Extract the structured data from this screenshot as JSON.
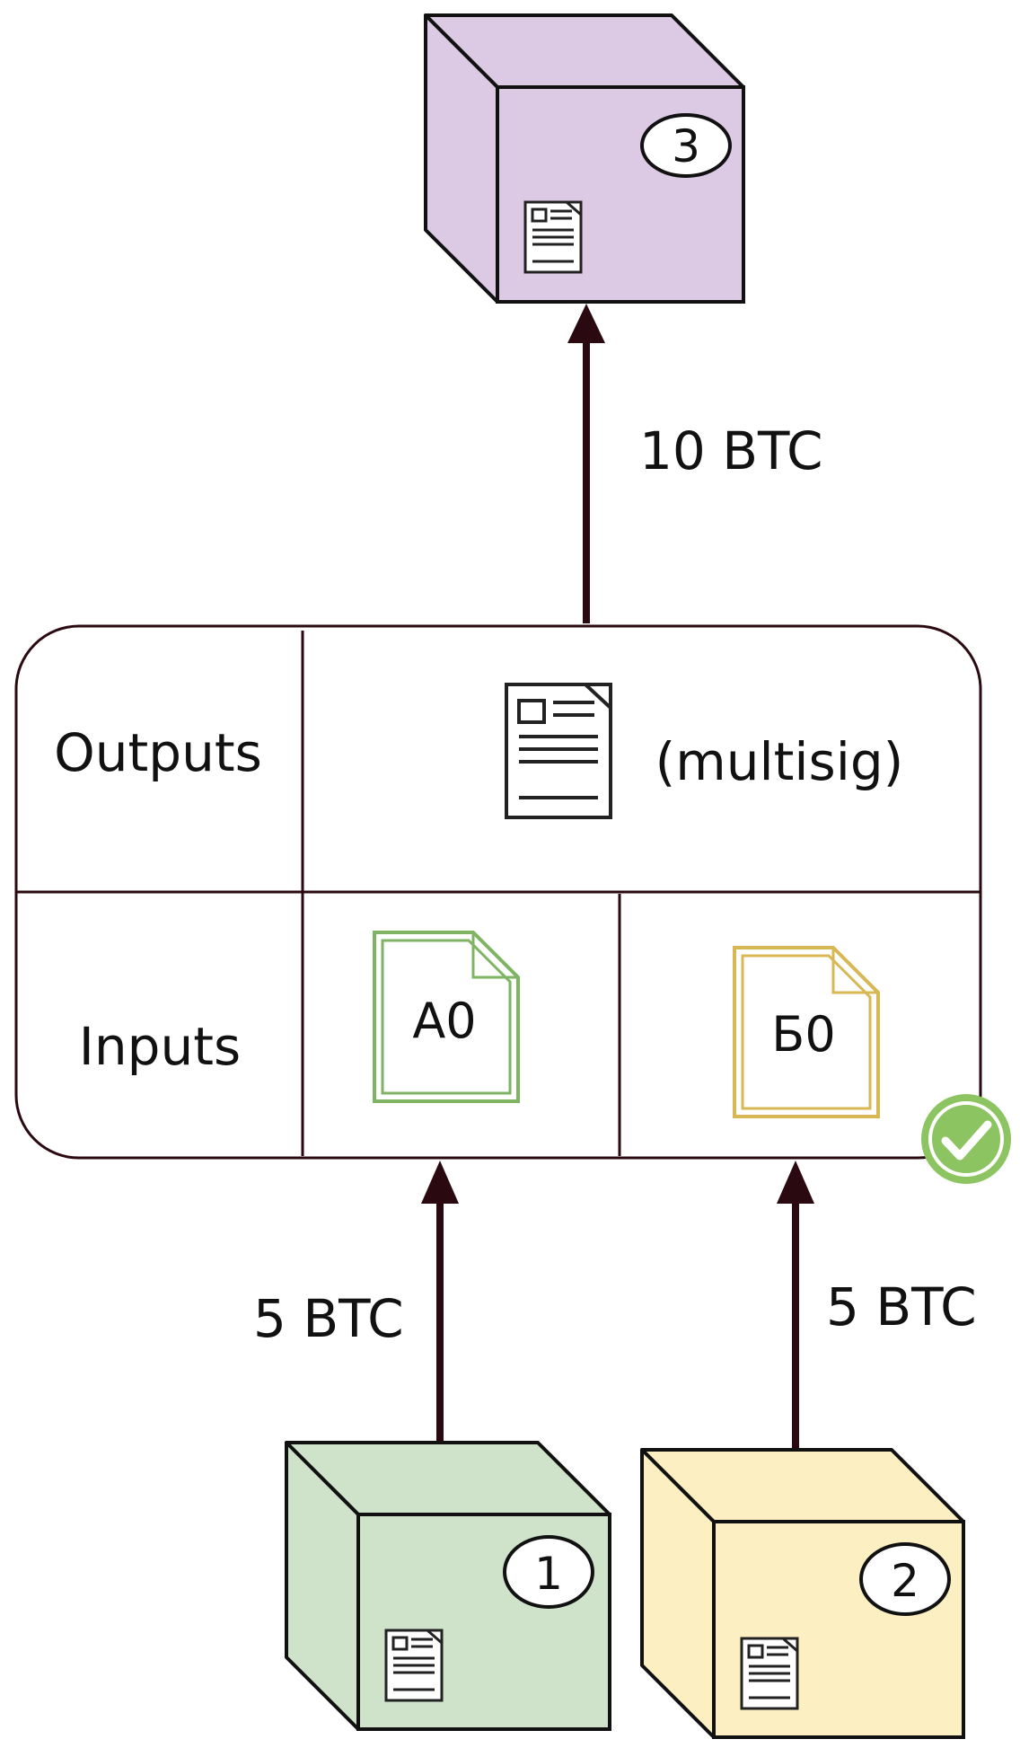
{
  "boxes": {
    "top": {
      "number": "3",
      "color": "#dcc9e3"
    },
    "left": {
      "number": "1",
      "color": "#cfe3cb"
    },
    "right": {
      "number": "2",
      "color": "#fcefc2"
    }
  },
  "labels": {
    "out_amount": "10 BTC",
    "in_left_amount": "5 BTC",
    "in_right_amount": "5 BTC"
  },
  "transaction": {
    "outputs_label": "Outputs",
    "inputs_label": "Inputs",
    "output_script": "(multisig)",
    "input_a": "A0",
    "input_b": "Б0"
  },
  "colors": {
    "arrow": "#2a0a10",
    "input_a_border": "#7fb464",
    "input_b_border": "#d8b855",
    "check": "#8cc461"
  },
  "icons": {
    "document": "document-icon",
    "check": "check-badge-icon"
  }
}
